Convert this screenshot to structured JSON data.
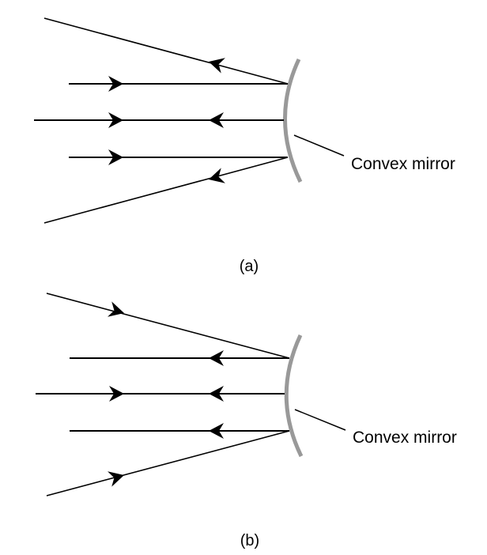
{
  "figure": {
    "panels": [
      {
        "id": "a",
        "caption": "(a)",
        "mirror_label": "Convex mirror",
        "mirror_color": "#999999",
        "description": "Parallel rays incident on a convex mirror diverge after reflection",
        "rays": [
          {
            "name": "incident-ray-top",
            "direction": "toward-mirror"
          },
          {
            "name": "incident-ray-axis",
            "direction": "toward-mirror"
          },
          {
            "name": "incident-ray-bottom",
            "direction": "toward-mirror"
          },
          {
            "name": "reflected-ray-top",
            "direction": "away-from-mirror"
          },
          {
            "name": "reflected-ray-axis",
            "direction": "away-from-mirror"
          },
          {
            "name": "reflected-ray-bottom",
            "direction": "away-from-mirror"
          }
        ]
      },
      {
        "id": "b",
        "caption": "(b)",
        "mirror_label": "Convex mirror",
        "mirror_color": "#999999",
        "description": "Converging rays incident on a convex mirror reflect as parallel rays",
        "rays": [
          {
            "name": "incident-ray-top",
            "direction": "toward-mirror"
          },
          {
            "name": "incident-ray-axis",
            "direction": "toward-mirror"
          },
          {
            "name": "incident-ray-bottom",
            "direction": "toward-mirror"
          },
          {
            "name": "reflected-ray-top",
            "direction": "away-from-mirror"
          },
          {
            "name": "reflected-ray-axis",
            "direction": "away-from-mirror"
          },
          {
            "name": "reflected-ray-bottom",
            "direction": "away-from-mirror"
          }
        ]
      }
    ]
  }
}
